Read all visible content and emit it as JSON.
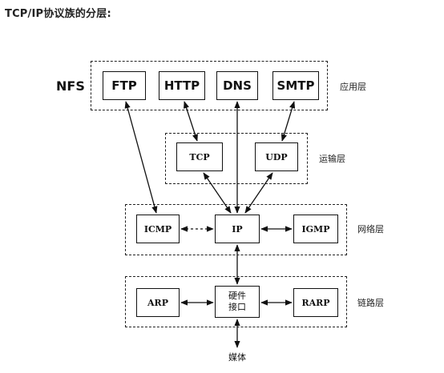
{
  "heading": "TCP/IP协议族的分层:",
  "application_layer": {
    "label": "应用层",
    "side_label": "NFS",
    "protocols": [
      "FTP",
      "HTTP",
      "DNS",
      "SMTP"
    ]
  },
  "transport_layer": {
    "label": "运输层",
    "protocols": [
      "TCP",
      "UDP"
    ]
  },
  "network_layer": {
    "label": "网络层",
    "protocols": [
      "ICMP",
      "IP",
      "IGMP"
    ]
  },
  "link_layer": {
    "label": "链路层",
    "protocols": [
      "ARP",
      "RARP"
    ],
    "hardware_interface": [
      "硬件",
      "接口"
    ]
  },
  "media": "媒体"
}
